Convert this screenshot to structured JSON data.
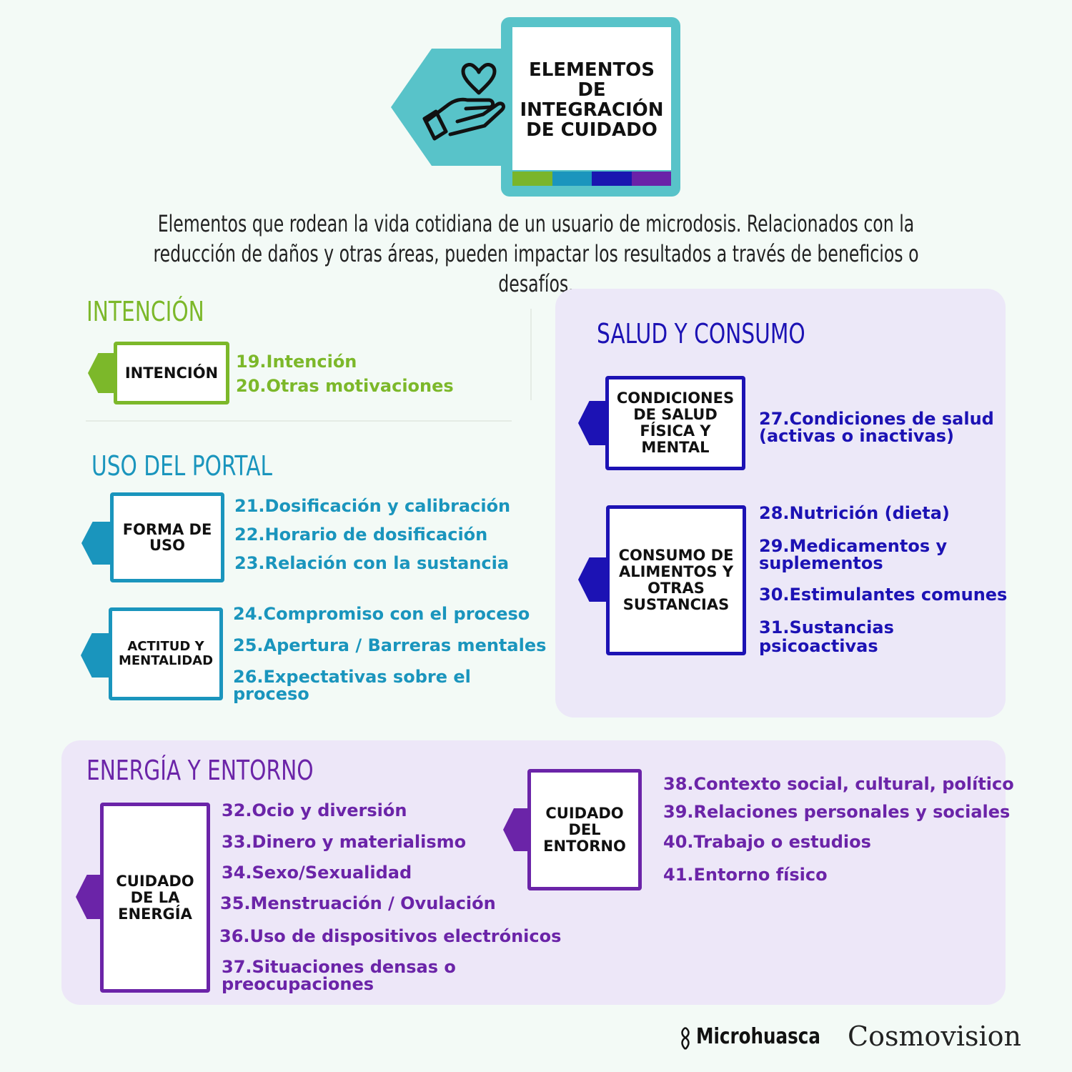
{
  "header": {
    "title": "ELEMENTOS\nDE\nINTEGRACIÓN\nDE CUIDADO",
    "icon": "hand-heart-icon",
    "bar_colors": [
      "#7ab52a",
      "#1b95bd",
      "#1a16b0",
      "#6a22a8"
    ]
  },
  "intro": "Elementos que rodean la vida cotidiana de un usuario de microdosis. Relacionados con la reducción de daños y otras áreas, pueden impactar los resultados a través de beneficios o desafíos.",
  "colors": {
    "green": "#7cb82a",
    "teal": "#1a95bd",
    "blue": "#1c12b4",
    "purple": "#6b24a8"
  },
  "intencion": {
    "title": "INTENCIÓN",
    "box": "INTENCIÓN",
    "items": [
      "19.Intención",
      "20.Otras motivaciones"
    ]
  },
  "portal": {
    "title": "USO DEL PORTAL",
    "forma": {
      "box": "FORMA DE\nUSO",
      "items": [
        "21.Dosificación y calibración",
        "22.Horario de dosificación",
        "23.Relación con la sustancia"
      ]
    },
    "actitud": {
      "box": "ACTITUD Y\nMENTALIDAD",
      "items": [
        "24.Compromiso con el proceso",
        "25.Apertura / Barreras mentales",
        "26.Expectativas sobre el\nproceso"
      ]
    }
  },
  "salud": {
    "title": "SALUD Y CONSUMO",
    "condiciones": {
      "box": "CONDICIONES\nDE SALUD\nFÍSICA Y\nMENTAL",
      "items": [
        "27.Condiciones de salud\n(activas o inactivas)"
      ]
    },
    "consumo": {
      "box": "CONSUMO DE\nALIMENTOS Y\nOTRAS\nSUSTANCIAS",
      "items": [
        "28.Nutrición (dieta)",
        "29.Medicamentos y\nsuplementos",
        "30.Estimulantes comunes",
        "31.Sustancias\npsicoactivas"
      ]
    }
  },
  "energia": {
    "title": "ENERGÍA Y ENTORNO",
    "cuidado_energia": {
      "box": "CUIDADO\nDE LA\nENERGÍA",
      "items": [
        "32.Ocio y diversión",
        "33.Dinero y materialismo",
        "34.Sexo/Sexualidad",
        "35.Menstruación / Ovulación",
        "36.Uso de dispositivos electrónicos",
        "37.Situaciones densas o\npreocupaciones"
      ]
    },
    "cuidado_entorno": {
      "box": "CUIDADO\nDEL\nENTORNO",
      "items": [
        "38.Contexto social, cultural, político",
        "39.Relaciones personales y sociales",
        "40.Trabajo o estudios",
        "41.Entorno físico"
      ]
    }
  },
  "logos": {
    "microhuasca": "Microhuasca",
    "cosmovision": "Cosmovision"
  }
}
